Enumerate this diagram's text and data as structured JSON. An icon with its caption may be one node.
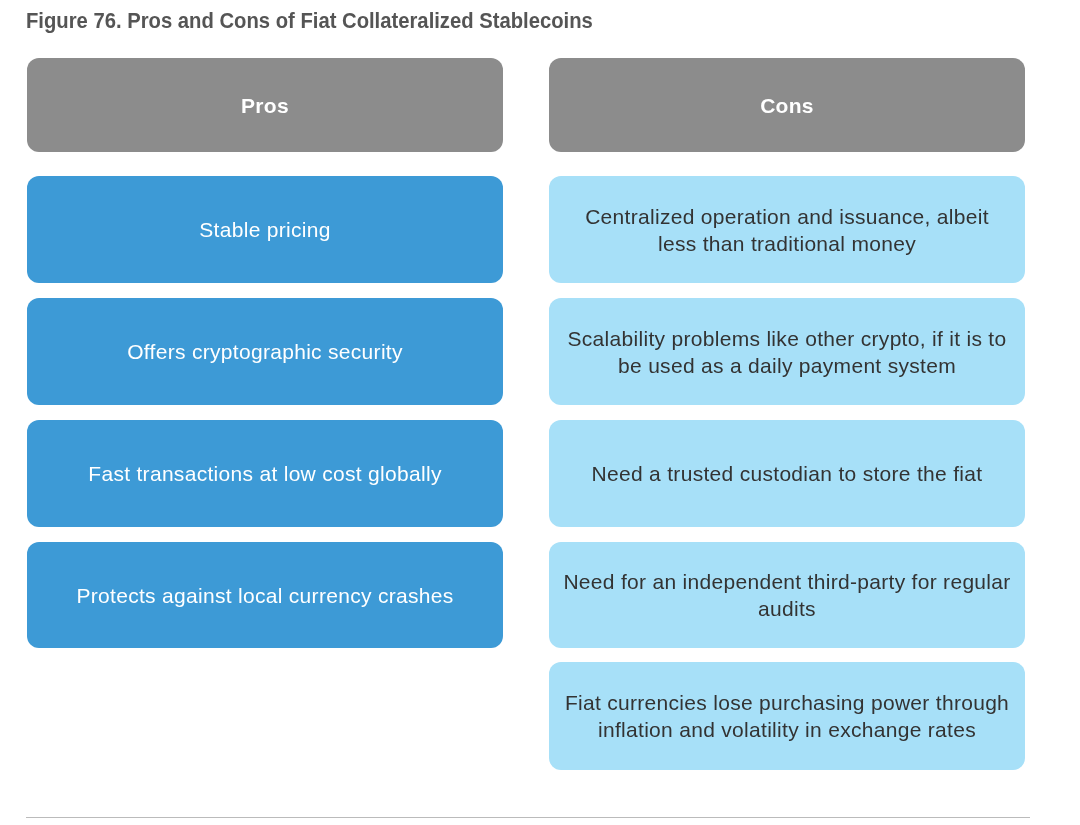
{
  "diagram": {
    "title": "Figure 76. Pros and Cons of Fiat Collateralized Stablecoins",
    "nodes": [
      {
        "text": [
          "Pros"
        ]
      },
      {
        "text": [
          "Cons"
        ]
      },
      {
        "text": [
          "Stable pricing"
        ]
      },
      {
        "text": [
          "Centralized operation and issuance, albeit less than traditional money"
        ]
      },
      {
        "text": [
          "Offers cryptographic security"
        ]
      },
      {
        "text": [
          "Scalability problems like other crypto, if it is to be used as a daily payment system"
        ]
      },
      {
        "text": [
          "Fast transactions at low cost globally"
        ]
      },
      {
        "text": [
          "Need a trusted custodian to store the fiat"
        ]
      },
      {
        "text": [
          "Protects against local currency crashes"
        ]
      },
      {
        "text": [
          "Need for an independent third-party for regular audits"
        ]
      },
      {
        "text": [
          "Fiat currencies lose purchasing power through inflation and volatility in exchange rates"
        ]
      }
    ],
    "edges": []
  }
}
